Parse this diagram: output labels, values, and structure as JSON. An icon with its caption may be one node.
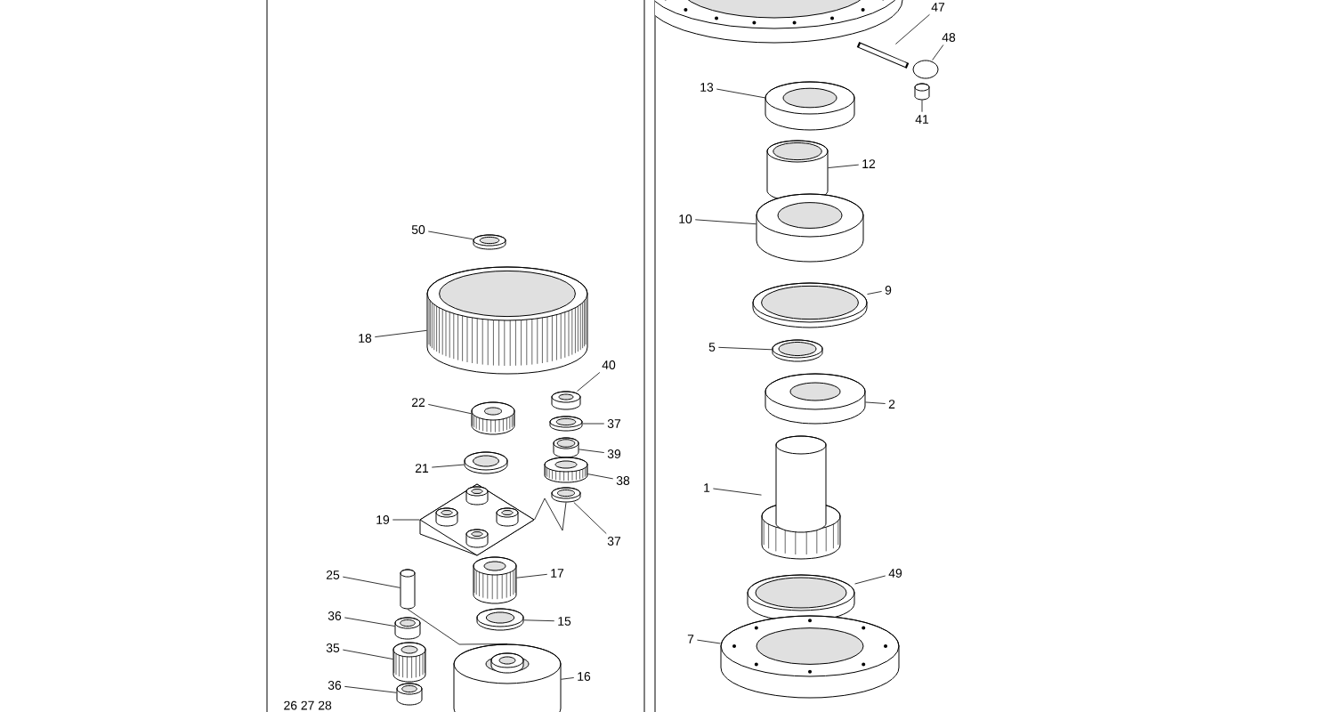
{
  "diagram": {
    "nodes": [
      {
        "text": [
          "47"
        ]
      },
      {
        "text": [],
        "shape": "picture"
      },
      {
        "text": [
          "48"
        ]
      },
      {
        "text": [],
        "shape": "picture"
      },
      {
        "text": [
          "13"
        ]
      },
      {
        "text": [],
        "shape": "picture"
      },
      {
        "text": [
          "41"
        ]
      },
      {
        "text": [],
        "shape": "picture"
      },
      {
        "text": [
          "12"
        ]
      },
      {
        "text": [],
        "shape": "picture"
      },
      {
        "text": [
          "10"
        ]
      },
      {
        "text": [],
        "shape": "picture"
      },
      {
        "text": [
          "50"
        ]
      },
      {
        "text": [],
        "shape": "picture"
      },
      {
        "text": [
          "9"
        ]
      },
      {
        "text": [],
        "shape": "picture"
      },
      {
        "text": [
          "18"
        ]
      },
      {
        "text": [],
        "shape": "picture"
      },
      {
        "text": [
          "5"
        ]
      },
      {
        "text": [],
        "shape": "picture"
      },
      {
        "text": [
          "40"
        ]
      },
      {
        "text": [],
        "shape": "picture"
      },
      {
        "text": [
          "22"
        ]
      },
      {
        "text": [],
        "shape": "picture"
      },
      {
        "text": [
          "2"
        ]
      },
      {
        "text": [],
        "shape": "picture"
      },
      {
        "text": [
          "37"
        ]
      },
      {
        "text": [],
        "shape": "picture"
      },
      {
        "text": [
          "39"
        ]
      },
      {
        "text": [],
        "shape": "picture"
      },
      {
        "text": [
          "21"
        ]
      },
      {
        "text": [],
        "shape": "picture"
      },
      {
        "text": [
          "38"
        ]
      },
      {
        "text": [],
        "shape": "picture"
      },
      {
        "text": [
          "1"
        ]
      },
      {
        "text": [],
        "shape": "picture"
      },
      {
        "text": [
          "19"
        ]
      },
      {
        "text": [],
        "shape": "picture"
      },
      {
        "text": [
          "37"
        ]
      },
      {
        "text": [],
        "shape": "picture"
      },
      {
        "text": [
          "25"
        ]
      },
      {
        "text": [],
        "shape": "picture"
      },
      {
        "text": [
          "17"
        ]
      },
      {
        "text": [],
        "shape": "picture"
      },
      {
        "text": [
          "49"
        ]
      },
      {
        "text": [],
        "shape": "picture"
      },
      {
        "text": [
          "36"
        ]
      },
      {
        "text": [],
        "shape": "picture"
      },
      {
        "text": [
          "15"
        ]
      },
      {
        "text": [],
        "shape": "picture"
      },
      {
        "text": [
          "7"
        ]
      },
      {
        "text": [],
        "shape": "picture"
      },
      {
        "text": [
          "35"
        ]
      },
      {
        "text": [],
        "shape": "picture"
      },
      {
        "text": [
          "16"
        ]
      },
      {
        "text": [],
        "shape": "picture"
      },
      {
        "text": [
          "36"
        ]
      },
      {
        "text": [],
        "shape": "picture"
      }
    ],
    "edges": [
      {
        "from": 0,
        "to": 1,
        "arrow": "none"
      },
      {
        "from": 2,
        "to": 3,
        "arrow": "none"
      },
      {
        "from": 4,
        "to": 5,
        "arrow": "none"
      },
      {
        "from": 6,
        "to": 7,
        "arrow": "none"
      },
      {
        "from": 8,
        "to": 9,
        "arrow": "none"
      },
      {
        "from": 10,
        "to": 11,
        "arrow": "none"
      },
      {
        "from": 12,
        "to": 13,
        "arrow": "none"
      },
      {
        "from": 14,
        "to": 15,
        "arrow": "none"
      },
      {
        "from": 16,
        "to": 17,
        "arrow": "none"
      },
      {
        "from": 18,
        "to": 19,
        "arrow": "none"
      },
      {
        "from": 20,
        "to": 21,
        "arrow": "none"
      },
      {
        "from": 22,
        "to": 23,
        "arrow": "none"
      },
      {
        "from": 24,
        "to": 25,
        "arrow": "none"
      },
      {
        "from": 26,
        "to": 27,
        "arrow": "none"
      },
      {
        "from": 28,
        "to": 29,
        "arrow": "none"
      },
      {
        "from": 30,
        "to": 31,
        "arrow": "none"
      },
      {
        "from": 32,
        "to": 33,
        "arrow": "none"
      },
      {
        "from": 34,
        "to": 35,
        "arrow": "none"
      },
      {
        "from": 36,
        "to": 37,
        "arrow": "none"
      },
      {
        "from": 38,
        "to": 39,
        "arrow": "none"
      },
      {
        "from": 40,
        "to": 41,
        "arrow": "none"
      },
      {
        "from": 42,
        "to": 43,
        "arrow": "none"
      },
      {
        "from": 44,
        "to": 45,
        "arrow": "none"
      },
      {
        "from": 46,
        "to": 47,
        "arrow": "none"
      },
      {
        "from": 48,
        "to": 49,
        "arrow": "none"
      },
      {
        "from": 50,
        "to": 51,
        "arrow": "none"
      },
      {
        "from": 52,
        "to": 53,
        "arrow": "none"
      },
      {
        "from": 54,
        "to": 55,
        "arrow": "none"
      },
      {
        "from": 56,
        "to": 57,
        "arrow": "none"
      },
      {
        "from": 39,
        "to": 37,
        "arrow": "none"
      },
      {
        "from": 41,
        "to": 55,
        "arrow": "none"
      }
    ],
    "labels": [
      "26 27 28"
    ]
  }
}
